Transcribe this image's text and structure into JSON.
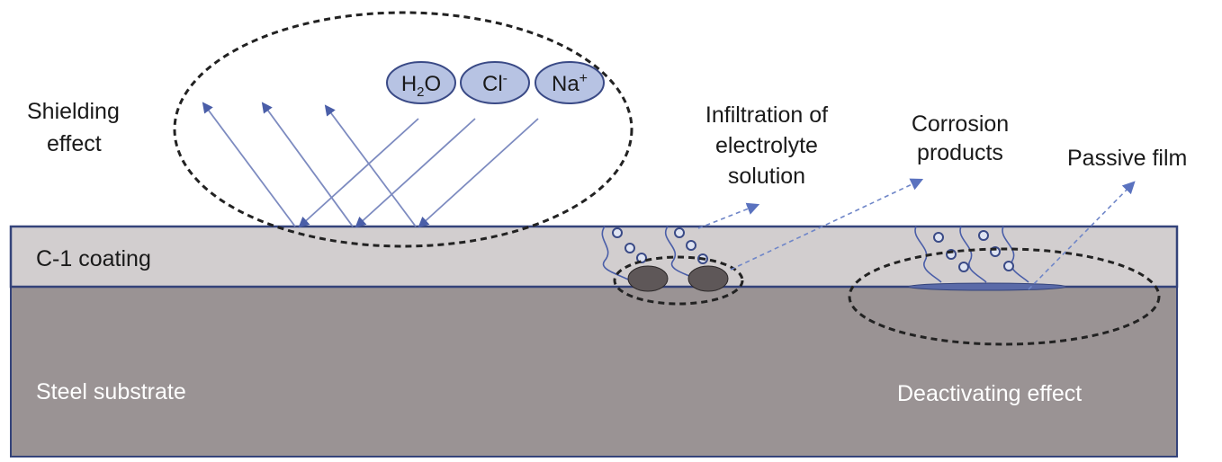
{
  "labels": {
    "shielding_line1": "Shielding",
    "shielding_line2": "effect",
    "coating": "C-1 coating",
    "substrate": "Steel substrate",
    "infiltration_line1": "Infiltration of",
    "infiltration_line2": "electrolyte",
    "infiltration_line3": "solution",
    "corrosion_line1": "Corrosion",
    "corrosion_line2": "products",
    "passive_film": "Passive film",
    "deactivating": "Deactivating effect"
  },
  "ions": {
    "water": {
      "base": "H",
      "sub": "2",
      "tail": "O"
    },
    "chloride": {
      "base": "Cl",
      "sup": "-"
    },
    "sodium": {
      "base": "Na",
      "sup": "+"
    }
  },
  "colors": {
    "coating_fill": "#d2cecf",
    "substrate_fill": "#9a9394",
    "layer_border": "#34437a",
    "arrow": "#7d8bc0",
    "ion_fill": "#b7c3e3",
    "ion_stroke": "#3a4a86",
    "corrosion_product": "#5e5758",
    "passive_film": "#5a6aa8",
    "dashed_ellipse": "#222222"
  }
}
